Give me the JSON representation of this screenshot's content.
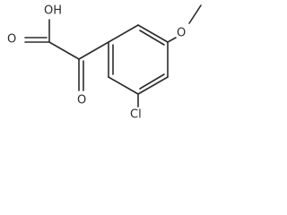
{
  "molecule": {
    "atoms": {
      "hydroxyl": "OH",
      "carbonyl_oxygen_acid": "O",
      "ketone_oxygen": "O",
      "chlorine": "Cl",
      "methoxy_oxygen": "O"
    },
    "colors": {
      "bond": "#2b2b2b",
      "label": "#2b2b2b",
      "background": "#ffffff"
    }
  }
}
